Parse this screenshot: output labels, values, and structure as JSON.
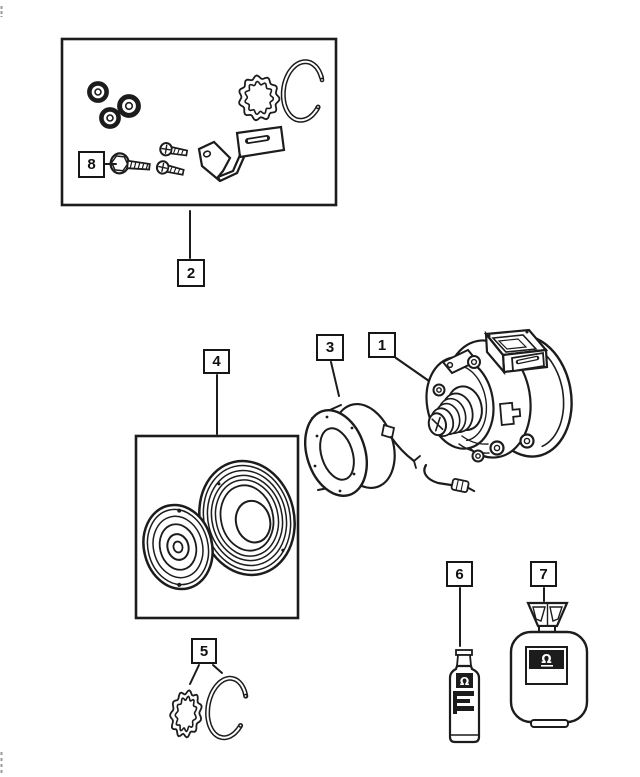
{
  "diagram": {
    "background": "#ffffff",
    "line_color": "#1c1c1c",
    "callouts": {
      "c1": "1",
      "c2": "2",
      "c3": "3",
      "c4": "4",
      "c5": "5",
      "c6": "6",
      "c7": "7",
      "c8": "8"
    },
    "icons": {
      "mopar_logo": "Ω"
    }
  }
}
